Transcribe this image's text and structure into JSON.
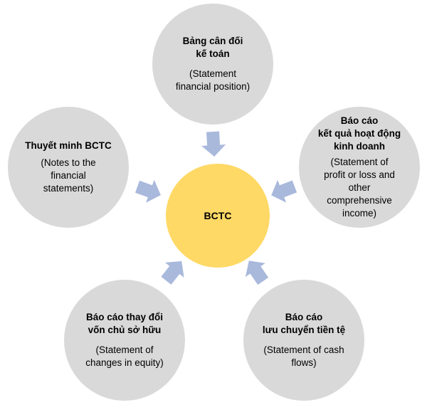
{
  "colors": {
    "outer_circle": "#d9d9d9",
    "center_circle": "#ffd966",
    "arrow": "#a9b9dc"
  },
  "center": {
    "title": "BCTC"
  },
  "nodes": {
    "top": {
      "title": [
        "Bảng cân đối",
        "kế toán"
      ],
      "subtitle": [
        "(Statement",
        "financial position)"
      ]
    },
    "right": {
      "title": [
        "Báo cáo",
        "kết quả hoạt động",
        "kinh doanh"
      ],
      "subtitle": [
        "(Statement of",
        "profit or loss and",
        "other",
        "comprehensive",
        "income)"
      ]
    },
    "bottom_right": {
      "title": [
        "Báo cáo",
        "lưu chuyển tiền tệ"
      ],
      "subtitle": [
        "(Statement of cash",
        "flows)"
      ]
    },
    "bottom_left": {
      "title": [
        "Báo cáo thay đổi",
        "vốn chủ sở hữu"
      ],
      "subtitle": [
        "(Statement of",
        "changes in equity)"
      ]
    },
    "left": {
      "title": [
        "Thuyết minh BCTC"
      ],
      "subtitle": [
        "(Notes to the",
        "financial",
        "statements)"
      ]
    }
  }
}
